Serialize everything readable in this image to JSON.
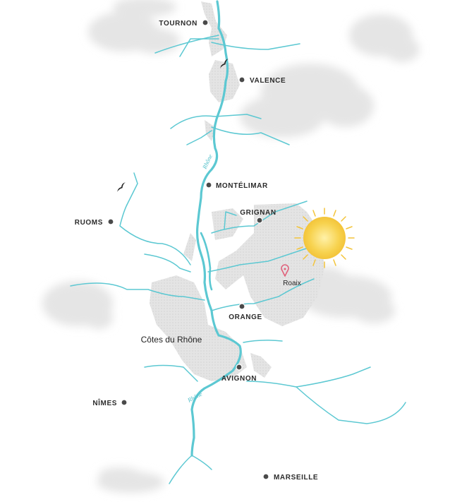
{
  "map": {
    "region_label": "Côtes du Rhône",
    "highlight_village": "Roaix",
    "river_labels": [
      "Rhône",
      "Rhône"
    ],
    "cities": [
      {
        "name": "TOURNON",
        "id": "tournon"
      },
      {
        "name": "VALENCE",
        "id": "valence"
      },
      {
        "name": "MONTÉLIMAR",
        "id": "montelimar"
      },
      {
        "name": "GRIGNAN",
        "id": "grignan"
      },
      {
        "name": "RUOMS",
        "id": "ruoms"
      },
      {
        "name": "ORANGE",
        "id": "orange"
      },
      {
        "name": "AVIGNON",
        "id": "avignon"
      },
      {
        "name": "NÎMES",
        "id": "nimes"
      },
      {
        "name": "MARSEILLE",
        "id": "marseille"
      }
    ],
    "weather": "sun-icon"
  },
  "colors": {
    "river": "#5cc8d2",
    "vineyard": "#dedede",
    "city_dot": "#4a4a4a",
    "pin": "#e0607a",
    "sun": "#f7cf4a",
    "cloud": "#e6e6e6"
  },
  "icons": [
    "sun-icon",
    "cloud-icon",
    "bird-icon",
    "map-pin-icon",
    "city-dot-icon"
  ]
}
